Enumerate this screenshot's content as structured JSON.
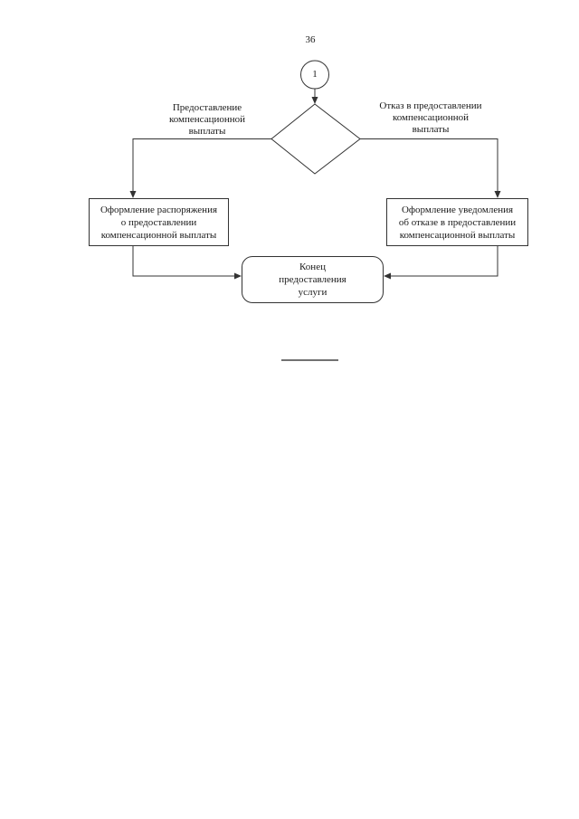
{
  "page": {
    "number": "36"
  },
  "flowchart": {
    "connector_label": "1",
    "branch_left_label": "Предоставление\nкомпенсационной\nвыплаты",
    "branch_right_label": "Отказ в предоставлении\nкомпенсационной\nвыплаты",
    "box_left": "Оформление распоряжения\nо предоставлении\nкомпенсационной выплаты",
    "box_right": "Оформление уведомления\nоб отказе в предоставлении\nкомпенсационной выплаты",
    "box_end": "Конец\nпредоставления\nуслуги",
    "colors": {
      "line": "#333333",
      "text": "#1a1a1a",
      "background": "#ffffff"
    }
  }
}
